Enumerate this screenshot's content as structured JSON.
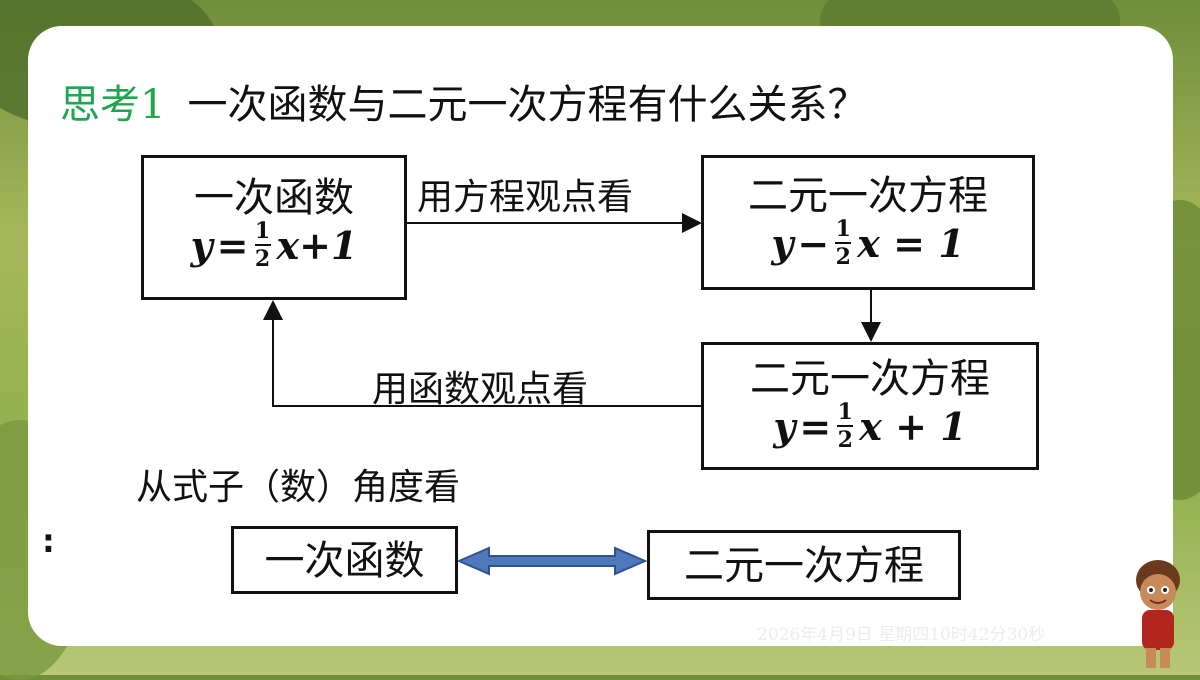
{
  "title": {
    "prefix": "思考1",
    "text": "一次函数与二元一次方程有什么关系？"
  },
  "box_function": {
    "name": "一次函数",
    "eq_lhs": "y",
    "eq_op": "=",
    "frac_num": "1",
    "frac_den": "2",
    "eq_rest": "x+1"
  },
  "box_equation_1": {
    "name": "二元一次方程",
    "eq_lhs": "y",
    "eq_op": "−",
    "frac_num": "1",
    "frac_den": "2",
    "eq_rest": "x = 1"
  },
  "box_equation_2": {
    "name": "二元一次方程",
    "eq_lhs": "y",
    "eq_op": "=",
    "frac_num": "1",
    "frac_den": "2",
    "eq_rest": "x + 1"
  },
  "arrow_label_equation_view": "用方程观点看",
  "arrow_label_function_view": "用函数观点看",
  "formula_view_label": "从式子（数）角度看",
  "colon": ":",
  "bottom_left_box": "一次函数",
  "bottom_right_box": "二元一次方程",
  "datetime": "2026年4月9日 星期四10时42分30秒",
  "colors": {
    "accent_green": "#1fa650",
    "double_arrow_fill": "#4f79bd",
    "double_arrow_stroke": "#2f528f"
  }
}
